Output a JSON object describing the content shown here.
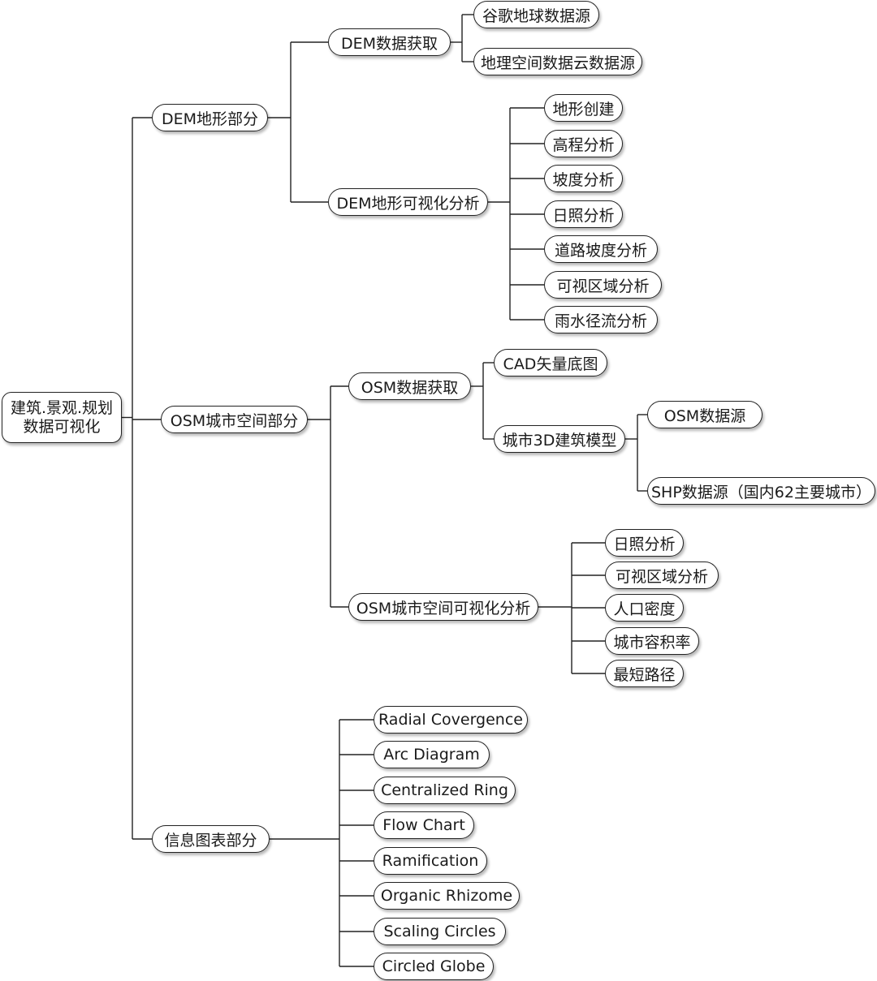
{
  "diagram": {
    "root": "建筑.景观.规划\n数据可视化",
    "sections": [
      {
        "label": "DEM地形部分",
        "groups": [
          {
            "label": "DEM数据获取",
            "items": [
              "谷歌地球数据源",
              "地理空间数据云数据源"
            ]
          },
          {
            "label": "DEM地形可视化分析",
            "items": [
              "地形创建",
              "高程分析",
              "坡度分析",
              "日照分析",
              "道路坡度分析",
              "可视区域分析",
              "雨水径流分析"
            ]
          }
        ]
      },
      {
        "label": "OSM城市空间部分",
        "groups": [
          {
            "label": "OSM数据获取",
            "items": [
              {
                "label": "CAD矢量底图"
              },
              {
                "label": "城市3D建筑模型",
                "items": [
                  "OSM数据源",
                  "SHP数据源（国内62主要城市）"
                ]
              }
            ]
          },
          {
            "label": "OSM城市空间可视化分析",
            "items": [
              "日照分析",
              "可视区域分析",
              "人口密度",
              "城市容积率",
              "最短路径"
            ]
          }
        ]
      },
      {
        "label": "信息图表部分",
        "items": [
          "Radial Covergence",
          "Arc Diagram",
          "Centralized Ring",
          "Flow Chart",
          "Ramification",
          "Organic Rhizome",
          "Scaling Circles",
          "Circled Globe"
        ]
      }
    ]
  }
}
